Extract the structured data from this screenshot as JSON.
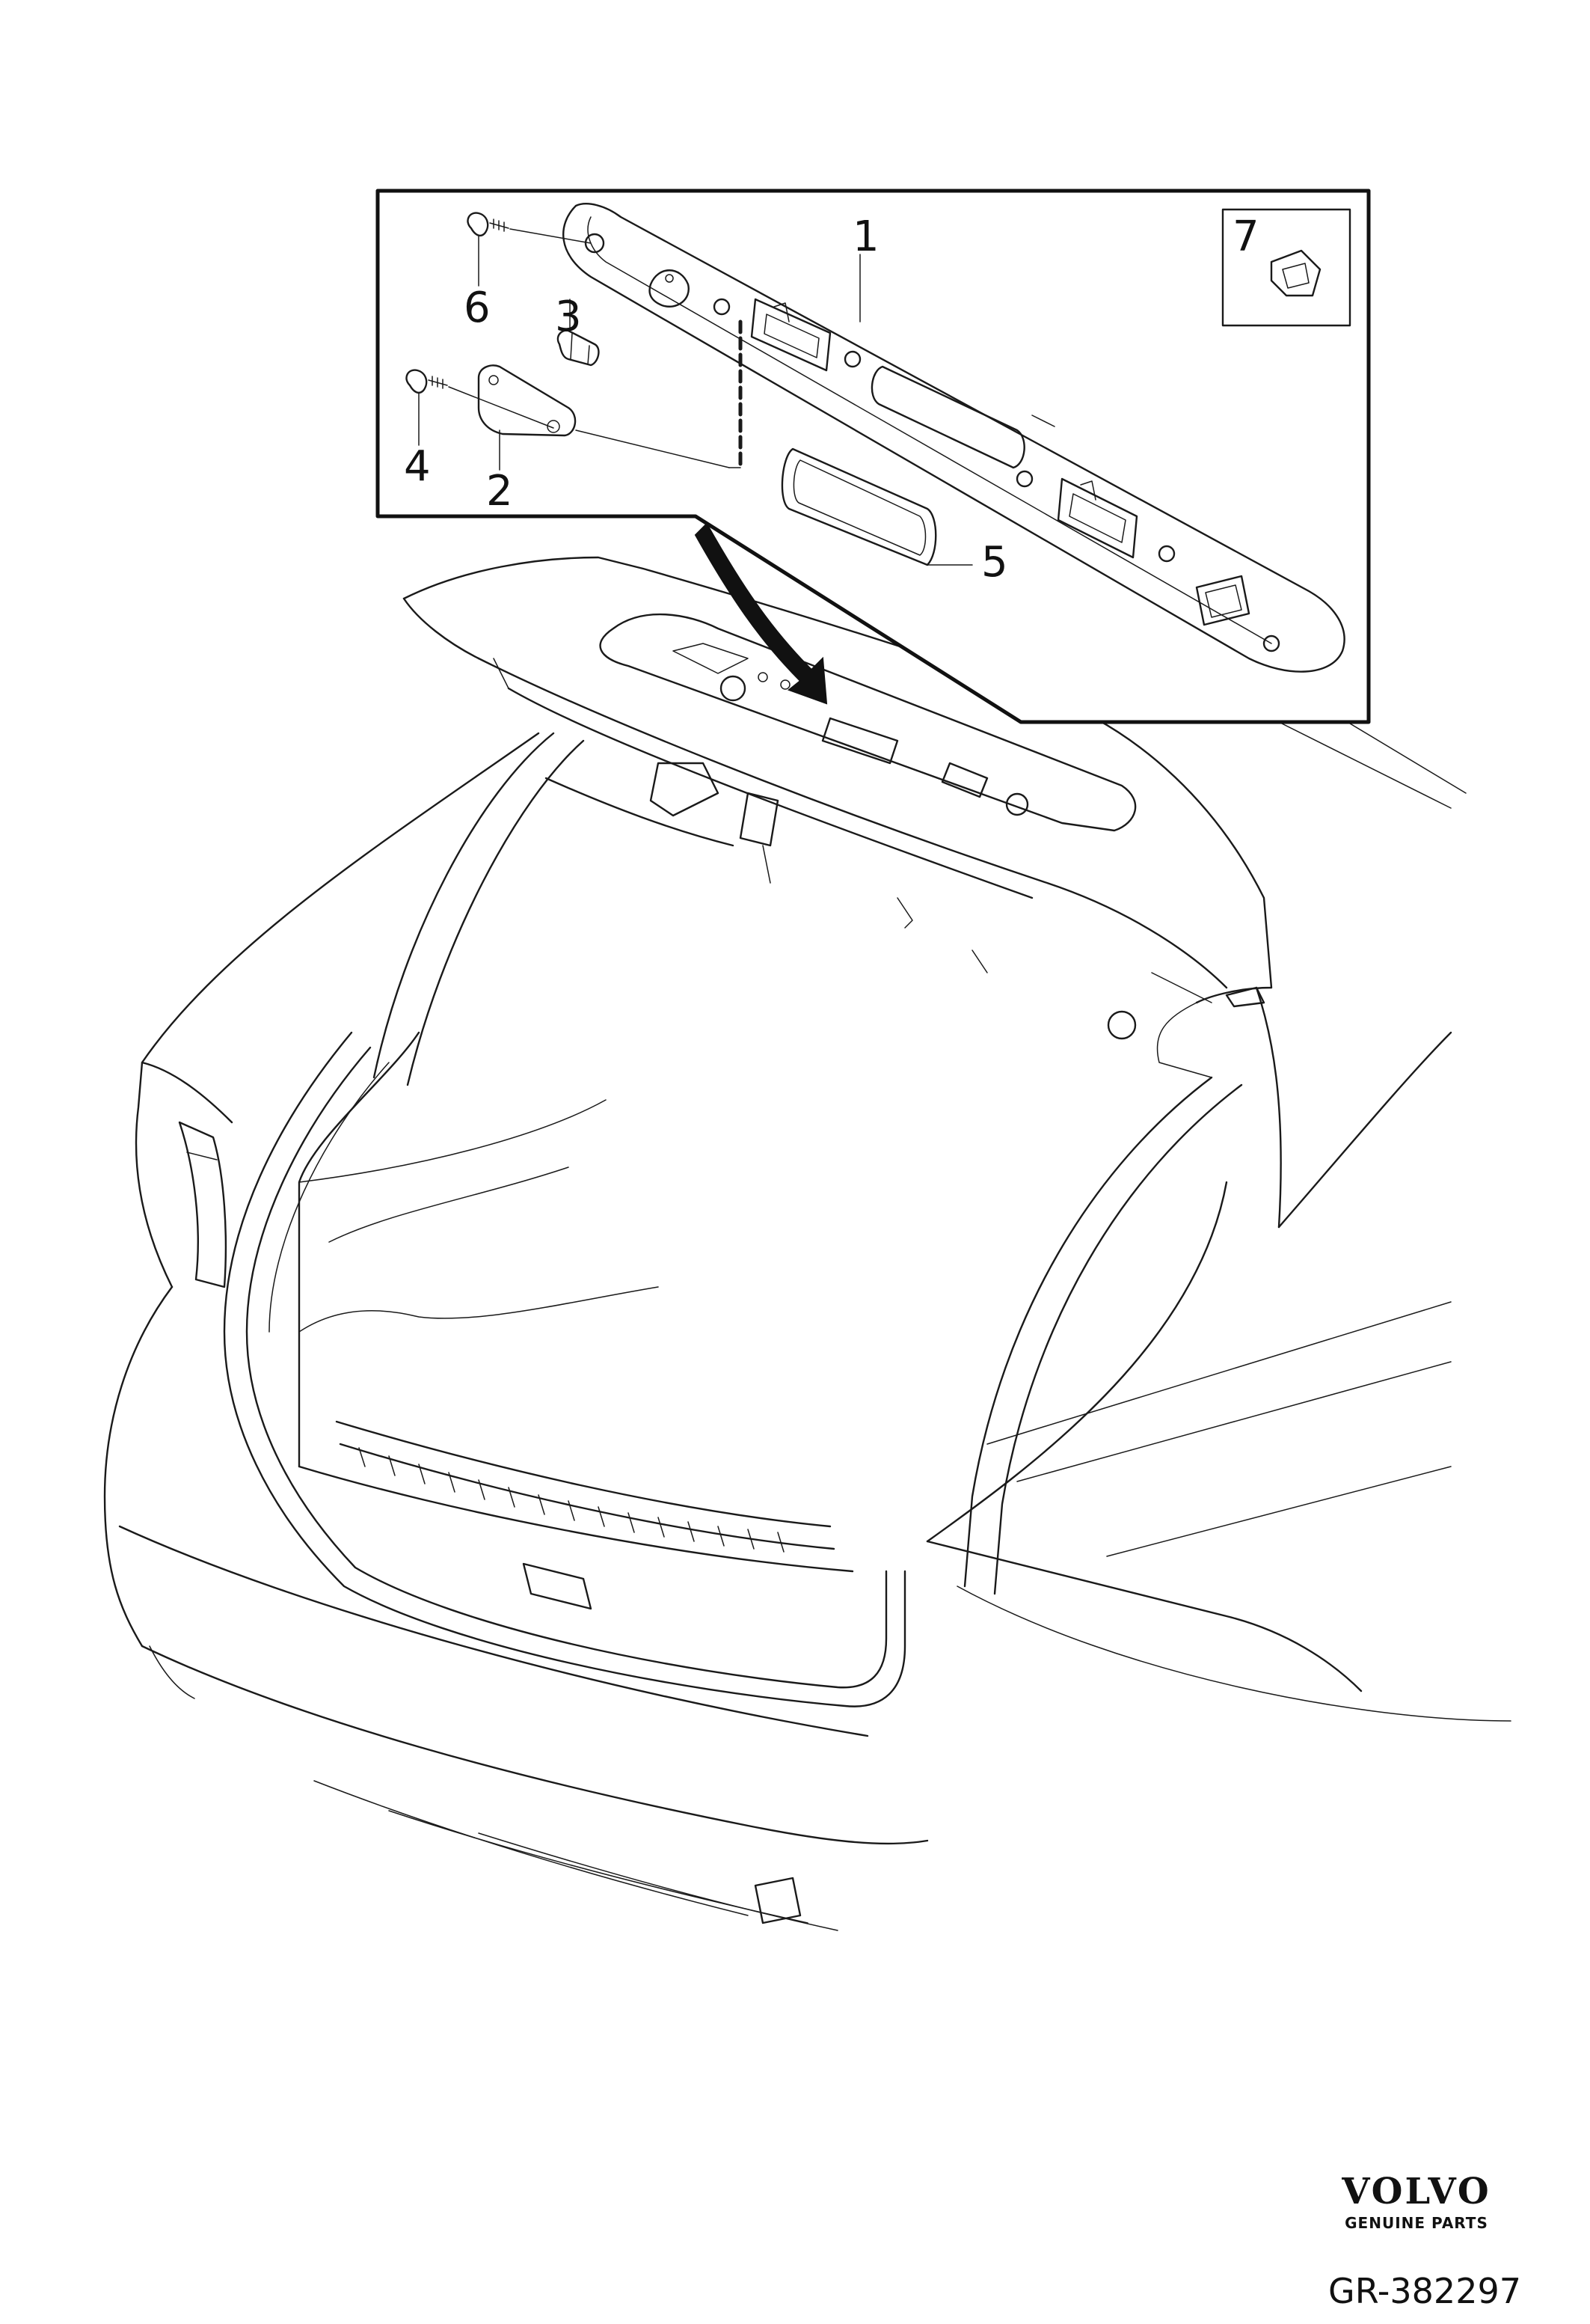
{
  "diagram": {
    "callouts": [
      {
        "id": "1",
        "label": "1"
      },
      {
        "id": "2",
        "label": "2"
      },
      {
        "id": "3",
        "label": "3"
      },
      {
        "id": "4",
        "label": "4"
      },
      {
        "id": "5",
        "label": "5"
      },
      {
        "id": "6",
        "label": "6"
      },
      {
        "id": "7",
        "label": "7"
      }
    ]
  },
  "branding": {
    "logo_text": "VOLVO",
    "logo_subtext": "GENUINE PARTS"
  },
  "drawing_number": "GR-382297"
}
